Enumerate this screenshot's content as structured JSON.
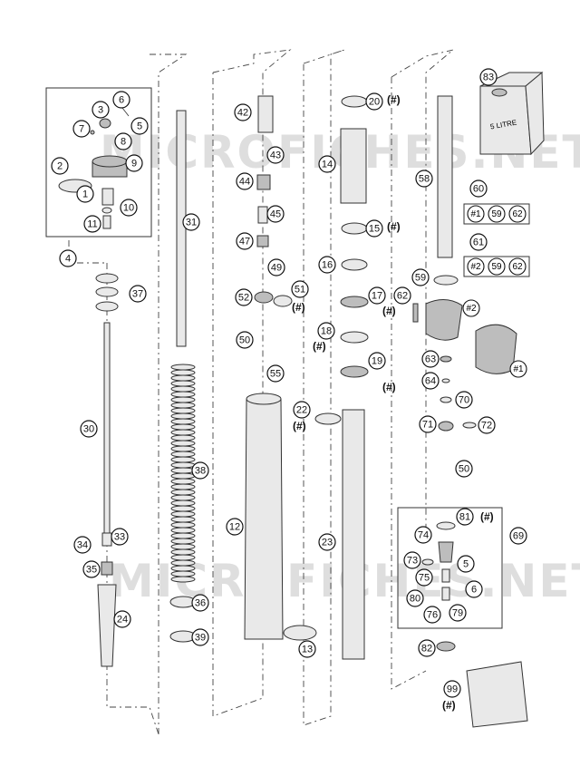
{
  "diagram": {
    "watermark_lines": [
      "MICROFICHES.NET",
      "MICROFICHES.NET"
    ],
    "can_label": "5 LITRE",
    "parts": [
      "2",
      "3",
      "5",
      "6",
      "7",
      "8",
      "9",
      "1",
      "10",
      "11",
      "4",
      "37",
      "30",
      "34",
      "33",
      "35",
      "24",
      "31",
      "38",
      "36",
      "39",
      "42",
      "43",
      "44",
      "45",
      "47",
      "49",
      "51",
      "52",
      "50",
      "55",
      "12",
      "13",
      "20",
      "14",
      "15",
      "16",
      "17",
      "18",
      "19",
      "22",
      "23",
      "58",
      "59",
      "60",
      "61",
      "62",
      "63",
      "64",
      "70",
      "71",
      "72",
      "73",
      "74",
      "75",
      "80",
      "76",
      "79",
      "81",
      "69",
      "82",
      "83",
      "99"
    ],
    "hash_mark": "(#)",
    "kit_contents": {
      "kit_60": [
        "#1",
        "59",
        "62"
      ],
      "kit_61": [
        "#2",
        "59",
        "62"
      ]
    },
    "clamp_labels": [
      "#1",
      "#2"
    ]
  }
}
